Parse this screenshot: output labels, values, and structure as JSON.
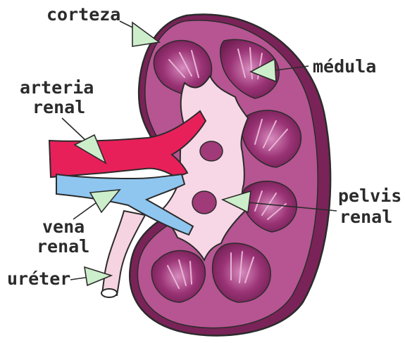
{
  "labels": {
    "corteza": "corteza",
    "medula": "médula",
    "arteria_line1": "arteria",
    "arteria_line2": "renal",
    "vena_line1": "vena",
    "vena_line2": "renal",
    "pelvis_line1": "pelvis",
    "pelvis_line2": "renal",
    "ureter": "uréter"
  },
  "colors": {
    "cortex": "#b65592",
    "cortex_dark": "#6e1f4f",
    "medulla": "#8c2c6a",
    "medulla_light": "#c271a6",
    "pelvis": "#f7d7e6",
    "artery": "#e8205a",
    "vein": "#8ec6f0",
    "ureter": "#f6d3e0",
    "arrow_fill": "#cdeecb",
    "outline": "#2b2b2b"
  }
}
